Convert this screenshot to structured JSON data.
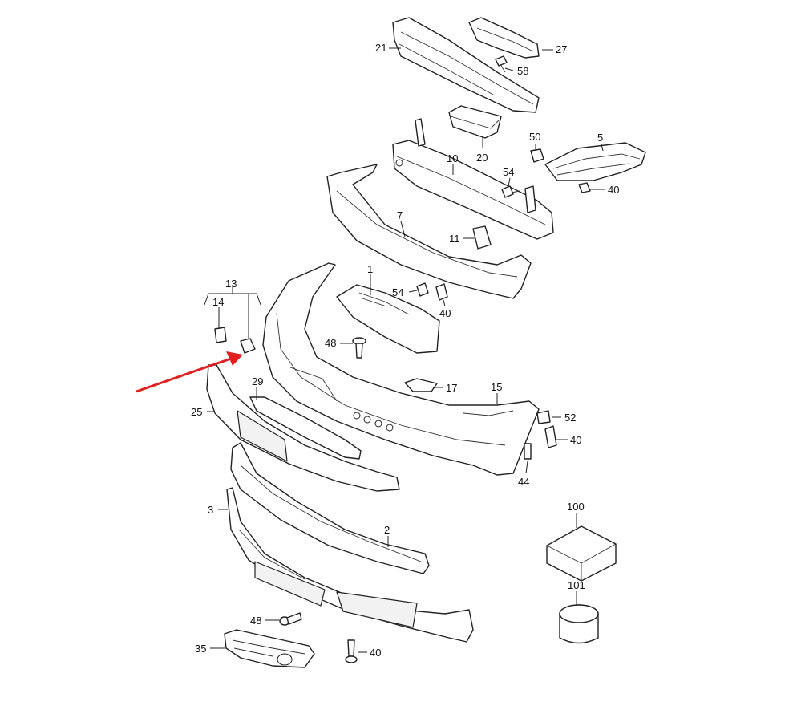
{
  "diagram": {
    "callouts": {
      "p21": "21",
      "p27": "27",
      "p58": "58",
      "p20": "20",
      "p50": "50",
      "p5": "5",
      "p10": "10",
      "p54a": "54",
      "p40a": "40",
      "p7": "7",
      "p11": "11",
      "p1": "1",
      "p54b": "54",
      "p40b": "40",
      "p13": "13",
      "p14": "14",
      "p48a": "48",
      "p17": "17",
      "p15": "15",
      "p29": "29",
      "p25": "25",
      "p52": "52",
      "p40c": "40",
      "p44": "44",
      "p3": "3",
      "p2": "2",
      "p100": "100",
      "p101": "101",
      "p48b": "48",
      "p35": "35",
      "p40d": "40"
    },
    "colors": {
      "line": "#222222",
      "arrow": "#e02020",
      "background": "#ffffff"
    }
  }
}
